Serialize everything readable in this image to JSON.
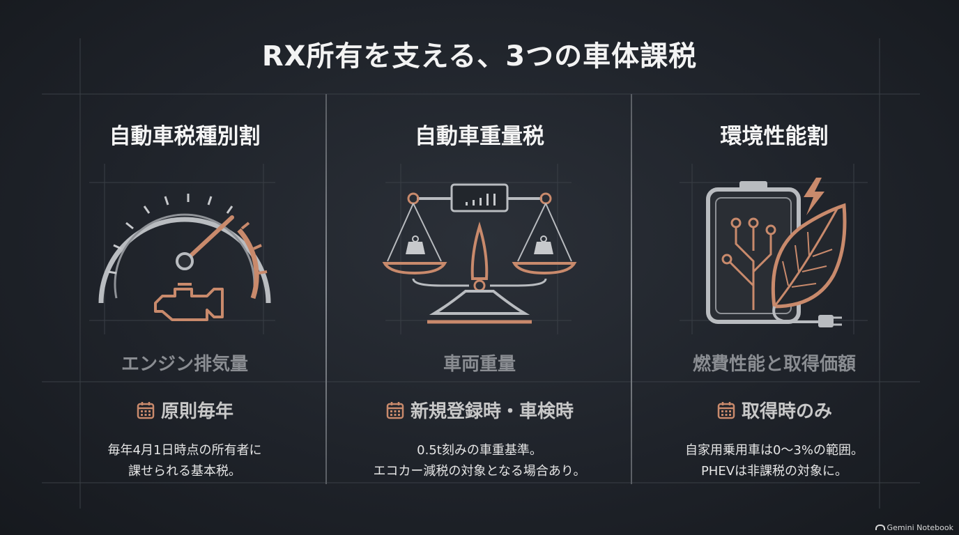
{
  "title": "RX所有を支える、3つの車体課税",
  "columns": [
    {
      "heading": "自動車税種別割",
      "basis": "エンジン排気量",
      "timing": "原則毎年",
      "desc": [
        "毎年4月1日時点の所有者に",
        "課せられる基本税。"
      ],
      "icon": "speedometer-engine-icon"
    },
    {
      "heading": "自動車重量税",
      "basis": "車両重量",
      "timing": "新規登録時・車検時",
      "desc": [
        "0.5t刻みの車重基準。",
        "エコカー減税の対象となる場合あり。"
      ],
      "icon": "scale-icon"
    },
    {
      "heading": "環境性能割",
      "basis": "燃費性能と取得価額",
      "timing": "取得時のみ",
      "desc": [
        "自家用乗用車は0〜3%の範囲。",
        "PHEVは非課税の対象に。"
      ],
      "icon": "battery-leaf-icon"
    }
  ],
  "brand": "Gemini Notebook",
  "colors": {
    "accent_copper": "#c98a6c",
    "silver": "#b9bcc0",
    "background": "#1f232a"
  }
}
